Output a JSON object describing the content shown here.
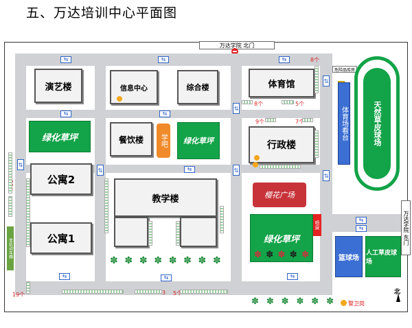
{
  "title": "五、万达培训中心平面图",
  "gate_north": "万达学院 北门",
  "gate_east": "万达学院 东门",
  "buildings": {
    "yanyi": "演艺楼",
    "xinxi": "信息中心",
    "zonghe": "综合楼",
    "tiyu": "体育馆",
    "canyin": "餐饮楼",
    "xueba": "学吧",
    "xingzheng": "行政楼",
    "gongyu2": "公寓2",
    "gongyu1": "公寓1",
    "jiaoxue": "教学楼",
    "yinghua": "樱花广场",
    "lanqiu": "篮球场",
    "rengong": "人工草皮球场",
    "tianran": "天然草皮球场",
    "kantai": "体育场看台"
  },
  "green_labels": {
    "g1": "绿化草坪",
    "g2": "绿化草坪",
    "g3": "绿化草坪"
  },
  "signs": {
    "danger": "危险品库房",
    "fjd": "非机动车棚",
    "guard": "警卫岗",
    "compass": "北",
    "fountain": "喷泉"
  },
  "parking": {
    "p1": "8个",
    "p2": "8个",
    "p3": "5个",
    "p4": "9个",
    "p5": "7个",
    "p6": "30个",
    "p7": "19个",
    "p8": "3",
    "p9": "5个"
  },
  "colors": {
    "road": "#cfd1d4",
    "green": "#13a348",
    "blue_sign": "#2d62c8",
    "plaza": "#c8333a",
    "orange": "#f08a2a",
    "yellow": "#f3d21c"
  }
}
